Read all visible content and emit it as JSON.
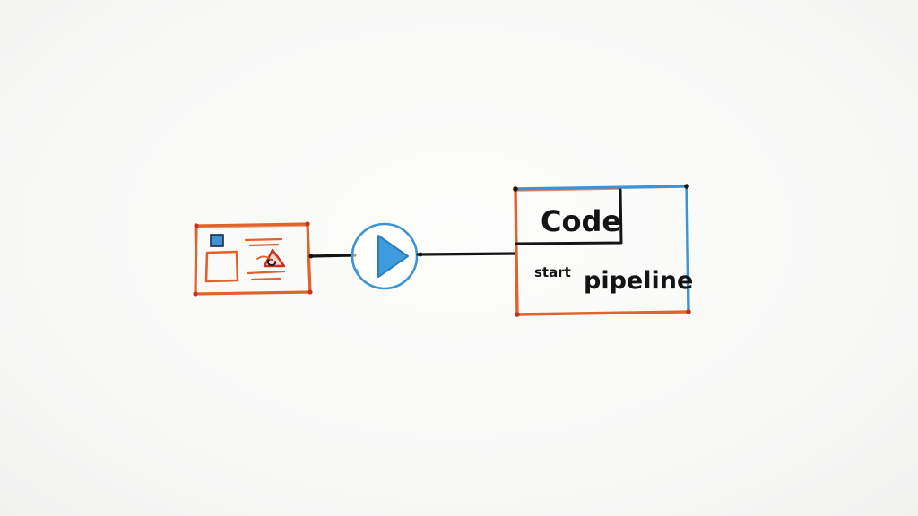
{
  "colors": {
    "orange": "#e2622c",
    "blue": "#3d93d6",
    "ink": "#151515",
    "red": "#c8321c",
    "play_fill": "#3f9bdb",
    "background": "#f9f9f8"
  },
  "icons": {
    "source_panel": "window-with-image-icon",
    "run": "play-button-icon"
  },
  "pipeline_box": {
    "title": "Code",
    "label_small": "start",
    "label_main": "pipeline"
  }
}
